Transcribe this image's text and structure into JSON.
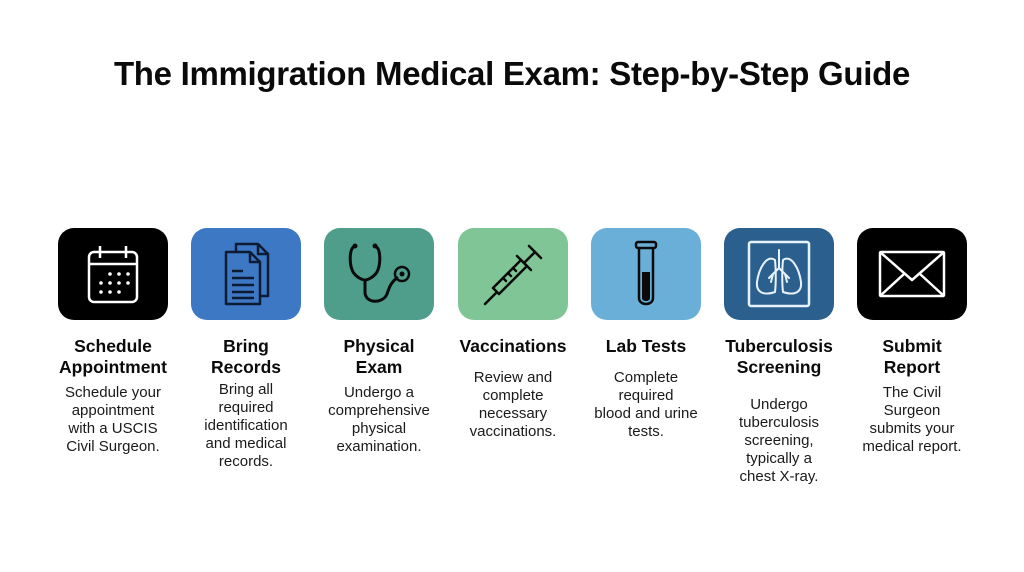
{
  "title": "The Immigration Medical Exam: Step-by-Step Guide",
  "steps": [
    {
      "icon": "calendar-icon",
      "color": "#000000",
      "title_lines": [
        "Schedule",
        "Appointment"
      ],
      "desc_lines": [
        "Schedule your",
        "appointment",
        "with a USCIS",
        "Civil Surgeon."
      ]
    },
    {
      "icon": "documents-icon",
      "color": "#3d78c4",
      "title_lines": [
        "Bring",
        "Records"
      ],
      "desc_lines": [
        "Bring all",
        "required",
        "identification",
        "and medical",
        "records."
      ]
    },
    {
      "icon": "stethoscope-icon",
      "color": "#4f9e8c",
      "title_lines": [
        "Physical",
        "Exam"
      ],
      "desc_lines": [
        "Undergo a",
        "comprehensive",
        "physical",
        "examination."
      ]
    },
    {
      "icon": "syringe-icon",
      "color": "#80c595",
      "title_lines": [
        "Vaccinations"
      ],
      "desc_lines": [
        "Review and",
        "complete",
        "necessary",
        "vaccinations."
      ]
    },
    {
      "icon": "test-tube-icon",
      "color": "#6aafd8",
      "title_lines": [
        "Lab Tests"
      ],
      "desc_lines": [
        "Complete",
        "required",
        "blood and urine",
        "tests."
      ]
    },
    {
      "icon": "lungs-xray-icon",
      "color": "#2b5f8e",
      "title_lines": [
        "Tuberculosis",
        "Screening"
      ],
      "desc_lines": [
        "Undergo",
        "tuberculosis",
        "screening,",
        "typically a",
        "chest X-ray."
      ]
    },
    {
      "icon": "envelope-icon",
      "color": "#000000",
      "title_lines": [
        "Submit",
        "Report"
      ],
      "desc_lines": [
        "The Civil",
        "Surgeon",
        "submits your",
        "medical report."
      ]
    }
  ]
}
